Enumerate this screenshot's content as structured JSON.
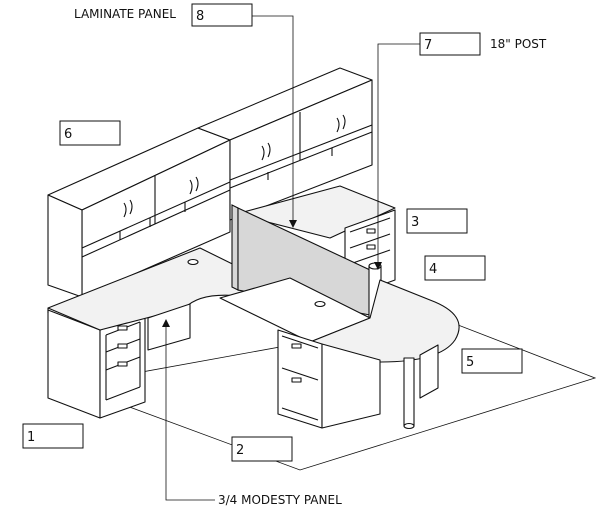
{
  "callouts": [
    {
      "id": "c1",
      "number": "1"
    },
    {
      "id": "c2",
      "number": "2"
    },
    {
      "id": "c3",
      "number": "3"
    },
    {
      "id": "c4",
      "number": "4"
    },
    {
      "id": "c5",
      "number": "5"
    },
    {
      "id": "c6",
      "number": "6"
    },
    {
      "id": "c7",
      "number": "7"
    },
    {
      "id": "c8",
      "number": "8"
    }
  ],
  "labels": {
    "laminate_panel": "LAMINATE PANEL",
    "post": "18\" POST",
    "modesty_panel": "3/4 MODESTY PANEL"
  }
}
